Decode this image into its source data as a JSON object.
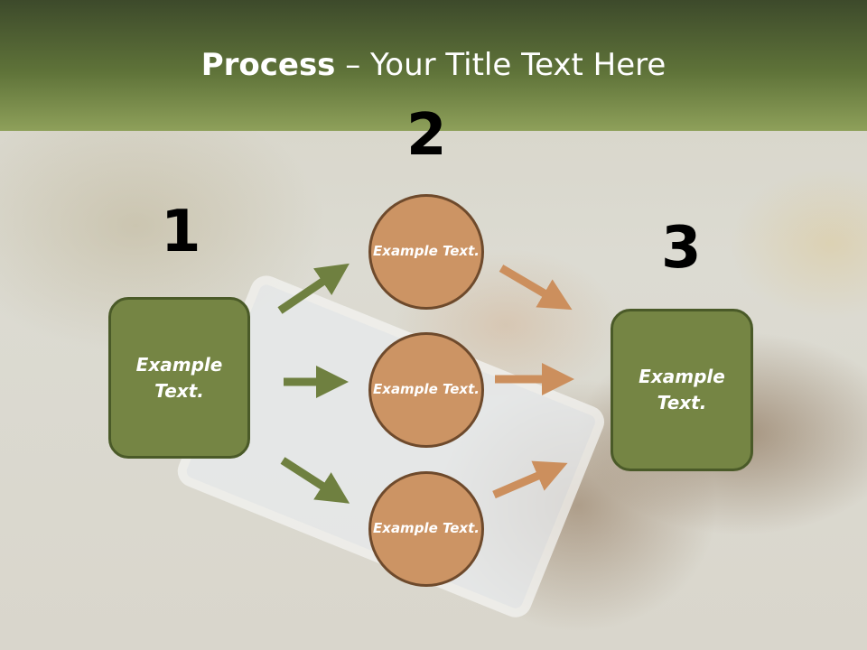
{
  "header": {
    "title_bold": "Process",
    "title_rest": " – Your Title Text Here"
  },
  "steps": {
    "step1_number": "1",
    "step2_number": "2",
    "step3_number": "3"
  },
  "left_box": {
    "label": "Example Text."
  },
  "right_box": {
    "label": "Example Text."
  },
  "circles": [
    {
      "label": "Example Text."
    },
    {
      "label": "Example Text."
    },
    {
      "label": "Example Text."
    }
  ],
  "colors": {
    "header_dark": "#3d4a2b",
    "header_light": "#8ea05a",
    "box_fill": "#758544",
    "circle_fill": "#cc9464",
    "green_arrow": "#6f8040",
    "orange_arrow": "#cc8f5d"
  }
}
